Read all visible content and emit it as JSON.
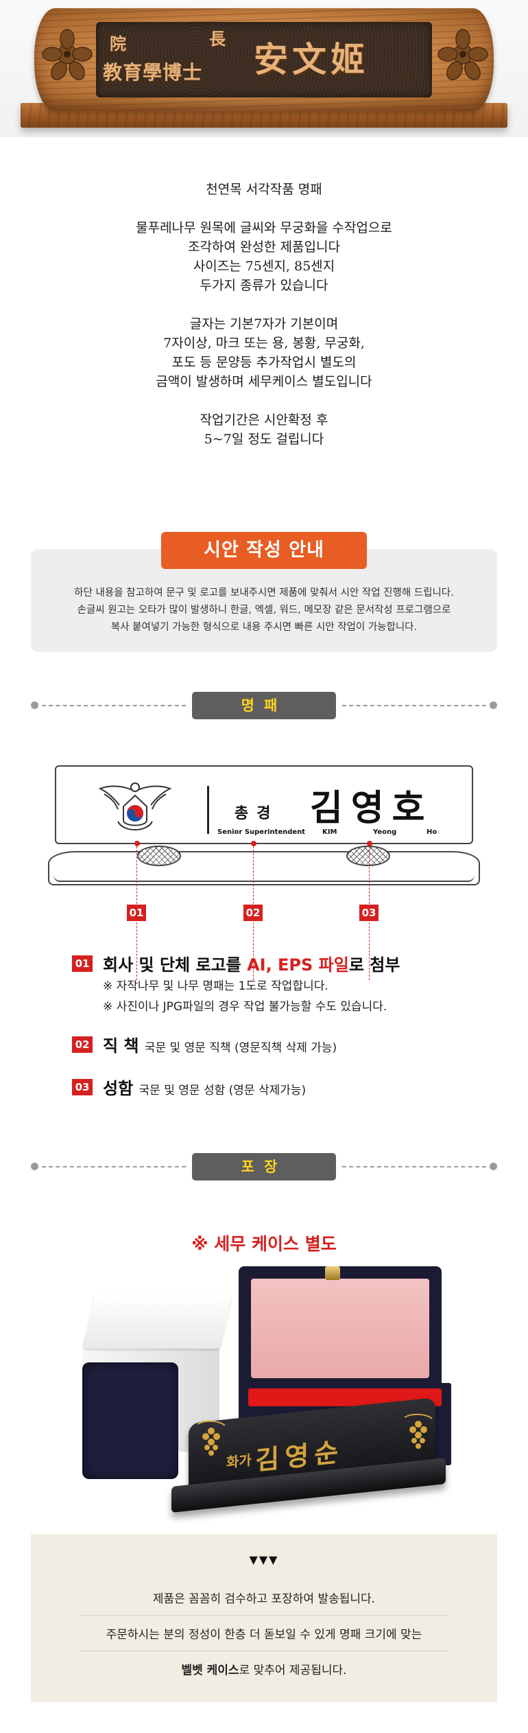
{
  "hero": {
    "small_top": "院",
    "small_top2": "長",
    "small_bottom": "教育學博士",
    "big_name": "安文姬"
  },
  "intro": {
    "title": "천연목 서각작품 명패",
    "paragraph1": "물푸레나무  원목에 글씨와 무궁화을 수작업으로\n조각하여 완성한 제품입니다\n사이즈는 75센지, 85센지\n두가지 종류가 있습니다",
    "paragraph2": "글자는 기본7자가 기본이며\n7자이상, 마크 또는 용, 봉황, 무궁화,\n포도 등 문양등 추가작업시 별도의\n금액이 발생하며 세무케이스 별도입니다",
    "paragraph3": "작업기간은 시안확정 후\n5~7일 정도 걸립니다"
  },
  "guide": {
    "title": "시안 작성 안내",
    "line1": "하단 내용을 참고하여 문구 및 로고를 보내주시면 제품에 맞춰서 시안 작업 진행해 드립니다.",
    "line2": "손글씨 원고는 오타가 많이 발생하니 한글, 엑셀, 워드, 메모장 같은 문서작성 프로그램으로",
    "line3": "복사 붙여넣기 가능한 형식으로 내용 주시면 빠른 시안 작업이 가능합니다."
  },
  "section_nameplate": {
    "label": "명패"
  },
  "plate": {
    "rank": "총경",
    "name": "김영호",
    "eng_rank": "Senior Superintendent",
    "eng_kim": "KIM",
    "eng_yeong": "Yeong",
    "eng_ho": "Ho",
    "markers": [
      "01",
      "02",
      "03"
    ]
  },
  "items": [
    {
      "num": "01",
      "head_a": "회사 및 단체 로고를 ",
      "head_red": "AI, EPS 파일",
      "head_b": "로 첨부",
      "note1": "※ 자작나무 및 나무 명패는 1도로 작업합니다.",
      "note2": "※ 사진이나 JPG파일의 경우 작업 불가능할 수도 있습니다."
    },
    {
      "num": "02",
      "head": "직 책",
      "sub": "국문 및 영문 직책 (영문직책 삭제 가능)"
    },
    {
      "num": "03",
      "head": "성함",
      "sub": "국문 및 영문 성함 (영문 삭제가능)"
    }
  ],
  "section_packaging": {
    "label": "포장"
  },
  "packaging": {
    "case_note": "※ 세무 케이스 별도",
    "sign_small": "화가",
    "sign_big": "김영순"
  },
  "bottom": {
    "arrows": "▼▼▼",
    "line1": "제품은 꼼꼼히 검수하고 포장하여 발송됩니다.",
    "line2": "주문하시는 분의 정성이 한층 더 돋보일 수 있게 명패 크기에 맞는",
    "line3_bold": "벨벳 케이스",
    "line3_rest": "로 맞추어 제공됩니다."
  },
  "colors": {
    "accent_orange": "#e85d24",
    "accent_red": "#d62020",
    "pill_gray": "#5e5e5e",
    "pill_text_yellow": "#ffd21f"
  }
}
